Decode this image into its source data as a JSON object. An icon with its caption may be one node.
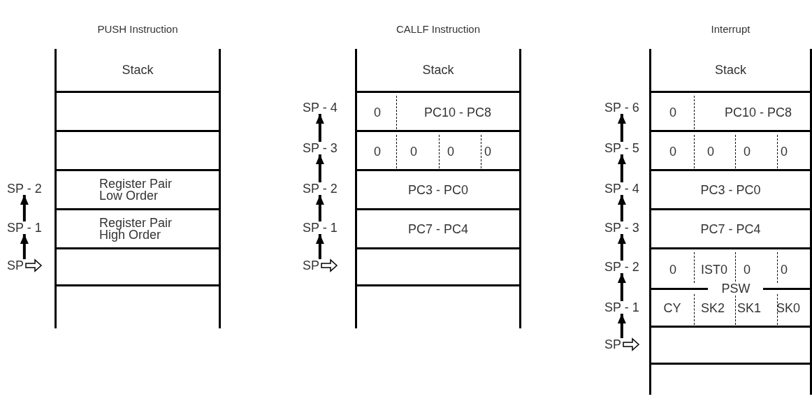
{
  "diagram": {
    "nodes": [
      {
        "text": [
          "PUSH Instruction"
        ]
      },
      {
        "text": [
          "Stack"
        ],
        "in": 0
      },
      {
        "text": [],
        "shape": "box",
        "in": 0
      },
      {
        "text": [],
        "shape": "box",
        "in": 0
      },
      {
        "text": [
          "Register Pair Low Order"
        ],
        "in": 0
      },
      {
        "text": [
          "Register Pair High Order"
        ],
        "in": 0
      },
      {
        "text": [],
        "shape": "box",
        "in": 0
      },
      {
        "text": [
          "SP - 2"
        ]
      },
      {
        "text": [
          "SP - 1"
        ]
      },
      {
        "text": [
          "SP"
        ]
      },
      {
        "text": [
          "CALLF Instruction"
        ]
      },
      {
        "text": [
          "Stack"
        ],
        "in": 10
      },
      {
        "text": [
          "0",
          "PC10 - PC8"
        ],
        "in": 10
      },
      {
        "text": [
          "0",
          "0",
          "0",
          "0"
        ],
        "in": 10
      },
      {
        "text": [
          "PC3 - PC0"
        ],
        "in": 10
      },
      {
        "text": [
          "PC7 - PC4"
        ],
        "in": 10
      },
      {
        "text": [],
        "shape": "box",
        "in": 10
      },
      {
        "text": [
          "SP - 4"
        ]
      },
      {
        "text": [
          "SP - 3"
        ]
      },
      {
        "text": [
          "SP - 2"
        ]
      },
      {
        "text": [
          "SP - 1"
        ]
      },
      {
        "text": [
          "SP"
        ]
      },
      {
        "text": [
          "Interrupt"
        ]
      },
      {
        "text": [
          "Stack"
        ],
        "in": 22
      },
      {
        "text": [
          "0",
          "PC10 - PC8"
        ],
        "in": 22
      },
      {
        "text": [
          "0",
          "0",
          "0",
          "0"
        ],
        "in": 22
      },
      {
        "text": [
          "PC3 - PC0"
        ],
        "in": 22
      },
      {
        "text": [
          "PC7 - PC4"
        ],
        "in": 22
      },
      {
        "text": [
          "0",
          "IST0",
          "0",
          "0",
          "PSW",
          "CY",
          "SK2",
          "SK1",
          "SK0"
        ],
        "in": 22
      },
      {
        "text": [],
        "shape": "box",
        "in": 22
      },
      {
        "text": [
          "SP - 6"
        ]
      },
      {
        "text": [
          "SP - 5"
        ]
      },
      {
        "text": [
          "SP - 4"
        ]
      },
      {
        "text": [
          "SP - 3"
        ]
      },
      {
        "text": [
          "SP - 2"
        ]
      },
      {
        "text": [
          "SP - 1"
        ]
      },
      {
        "text": [
          "SP"
        ]
      }
    ],
    "edges": [
      {
        "from": 8,
        "to": 7,
        "arrow": "to"
      },
      {
        "from": 9,
        "to": 8,
        "arrow": "to"
      },
      {
        "from": 9,
        "to": null,
        "arrow": "to"
      },
      {
        "from": 18,
        "to": 17,
        "arrow": "to"
      },
      {
        "from": 19,
        "to": 18,
        "arrow": "to"
      },
      {
        "from": 20,
        "to": 19,
        "arrow": "to"
      },
      {
        "from": 21,
        "to": 20,
        "arrow": "to"
      },
      {
        "from": 21,
        "to": null,
        "arrow": "to"
      },
      {
        "from": 31,
        "to": 30,
        "arrow": "to"
      },
      {
        "from": 32,
        "to": 31,
        "arrow": "to"
      },
      {
        "from": 33,
        "to": 32,
        "arrow": "to"
      },
      {
        "from": 34,
        "to": 33,
        "arrow": "to"
      },
      {
        "from": 35,
        "to": 34,
        "arrow": "to"
      },
      {
        "from": 36,
        "to": 35,
        "arrow": "to"
      },
      {
        "from": 36,
        "to": null,
        "arrow": "to"
      }
    ]
  }
}
